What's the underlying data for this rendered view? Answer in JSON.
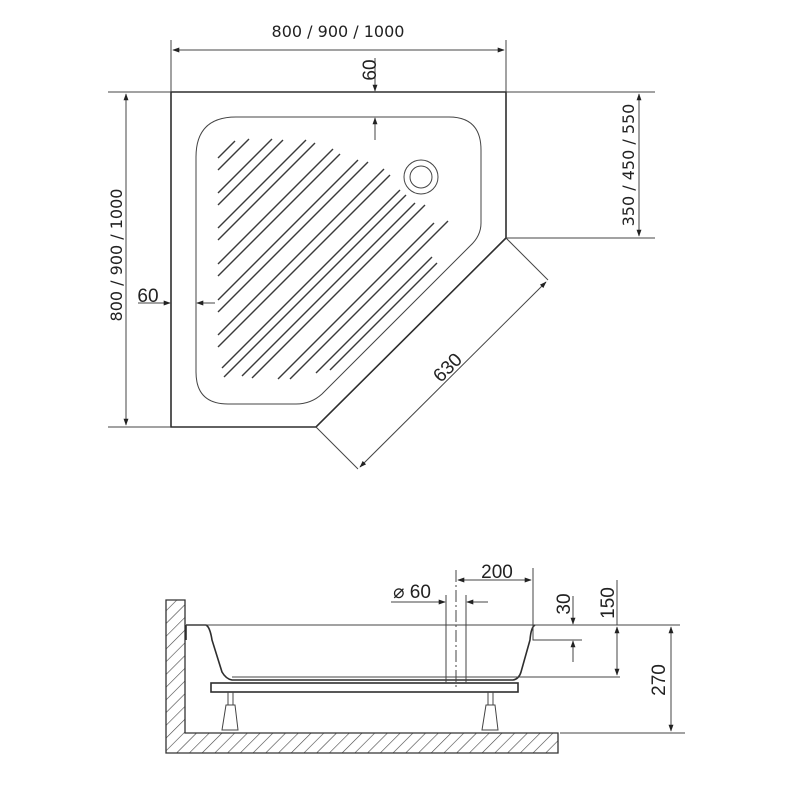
{
  "plan_view": {
    "width_label": "800 / 900 / 1000",
    "depth_label": "800 / 900 / 1000",
    "side_label": "350 / 450 / 550",
    "diagonal_label": "630",
    "top_rim_label": "60",
    "left_rim_label": "60"
  },
  "side_view": {
    "drain_diameter_label": "⌀ 60",
    "drain_offset_label": "200",
    "step_depth_label": "30",
    "tray_depth_label": "150",
    "total_height_label": "270"
  },
  "colors": {
    "line": "#333333",
    "background": "#ffffff"
  }
}
